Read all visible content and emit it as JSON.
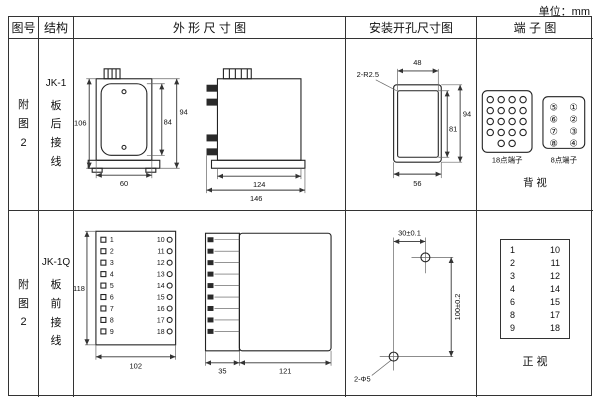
{
  "unit_label": "单位：mm",
  "headers": {
    "col1": "图号",
    "col2": "结构",
    "col3": "外 形 尺 寸 图",
    "col4": "安装开孔尺寸图",
    "col5": "端 子 图"
  },
  "row1": {
    "fig_label": "附图2",
    "model": "JK-1",
    "wiring": "板后接线",
    "outline": {
      "dim_h_total": "106",
      "dim_h_inner": "84",
      "dim_h_outer": "94",
      "dim_w_front": "60",
      "dim_w_body": "124",
      "dim_w_total": "146"
    },
    "mounting": {
      "corner_label": "2-R2.5",
      "dim_top": "48",
      "dim_right_inner": "81",
      "dim_right_outer": "94",
      "dim_bottom": "56"
    },
    "terminal": {
      "left_label": "18点端子",
      "right_label": "8点端子",
      "view_label": "背 视",
      "right_block": {
        "r0l": "⑤",
        "r0r": "①",
        "r1l": "⑥",
        "r1r": "②",
        "r2l": "⑦",
        "r2r": "③",
        "r3l": "⑧",
        "r3r": "④"
      }
    }
  },
  "row2": {
    "fig_label": "附图2",
    "model": "JK-1Q",
    "wiring": "板前接线",
    "outline": {
      "dim_h": "118",
      "dim_w": "102",
      "dim_side_left": "35",
      "dim_side_right": "121",
      "left_terms": [
        "1",
        "2",
        "3",
        "4",
        "5",
        "6",
        "7",
        "8",
        "9"
      ],
      "right_terms": [
        "10",
        "11",
        "12",
        "13",
        "14",
        "15",
        "16",
        "17",
        "18"
      ]
    },
    "mounting": {
      "dim_top": "30±0.1",
      "dim_right": "100±0.2",
      "hole_label": "2-Φ5"
    },
    "terminal": {
      "view_label": "正 视",
      "rows": [
        {
          "l": "1",
          "r": "10"
        },
        {
          "l": "2",
          "r": "11"
        },
        {
          "l": "3",
          "r": "12"
        },
        {
          "l": "4",
          "r": "14"
        },
        {
          "l": "6",
          "r": "15"
        },
        {
          "l": "8",
          "r": "17"
        },
        {
          "l": "9",
          "r": "18"
        }
      ]
    }
  }
}
